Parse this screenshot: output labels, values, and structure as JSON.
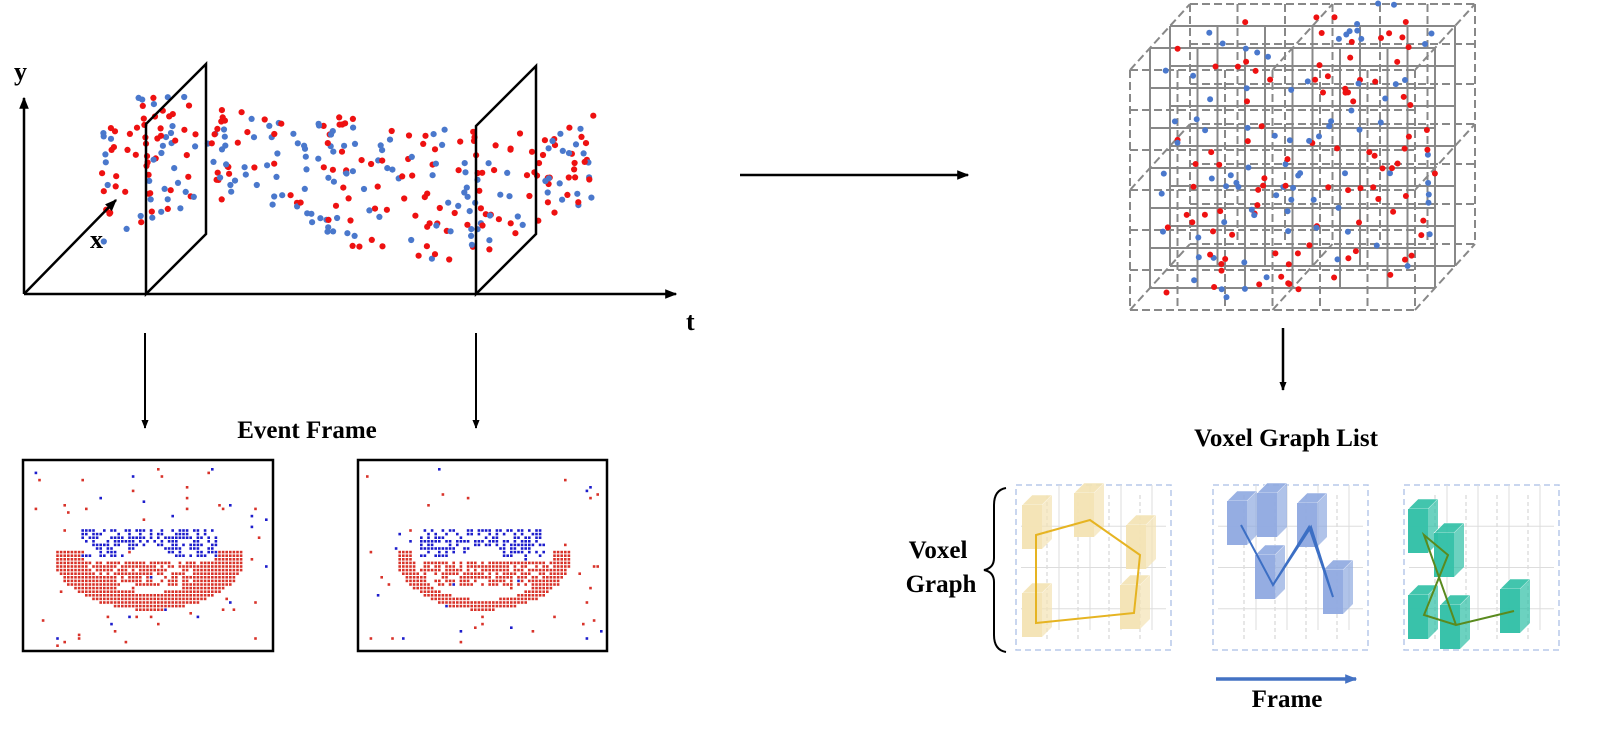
{
  "labels": {
    "y_axis": "y",
    "x_axis": "x",
    "t_axis": "t",
    "event_frame": "Event Frame",
    "voxel_graph_list": "Voxel Graph List",
    "voxel_graph_line1": "Voxel",
    "voxel_graph_line2": "Graph",
    "frame": "Frame"
  },
  "colors": {
    "positive_event": "#ee1111",
    "negative_event": "#4a78cc",
    "frame_negative": "#1d1dcc",
    "frame_positive": "#d8332a",
    "grid_line": "#888888",
    "graph1_fill": "#f3e3b3",
    "graph1_edge": "#e6b422",
    "graph2_fill": "#8fa9e0",
    "graph2_edge": "#3c6fc4",
    "graph3_fill": "#2ebfa5",
    "graph3_edge": "#5a8a1e",
    "frame_arrow": "#4472c4",
    "voxel_grid_box": "#b7c9ea"
  },
  "icons": {
    "arrow_right": "arrow-right-icon",
    "arrow_down": "arrow-down-icon",
    "brace": "curly-brace-icon"
  }
}
